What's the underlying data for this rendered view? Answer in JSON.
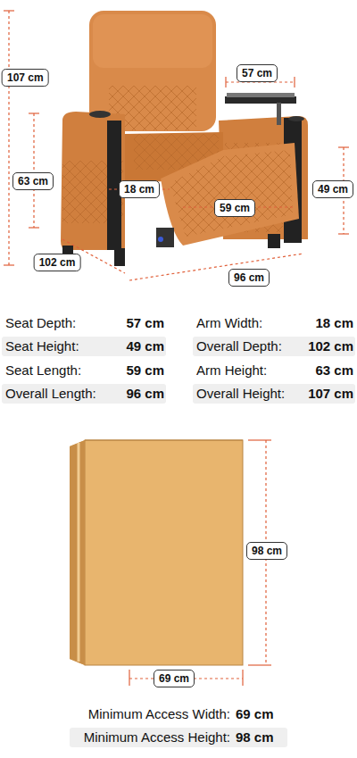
{
  "diagram": {
    "nodes": [
      {
        "text": [
          "107 cm"
        ]
      },
      {
        "text": [
          "57 cm"
        ]
      },
      {
        "text": [
          "63 cm"
        ]
      },
      {
        "text": [
          "18 cm"
        ]
      },
      {
        "text": [
          "59 cm"
        ]
      },
      {
        "text": [
          "49 cm"
        ]
      },
      {
        "text": [
          "102 cm"
        ]
      },
      {
        "text": [
          "96 cm"
        ]
      },
      {
        "text": [
          "98 cm"
        ]
      },
      {
        "text": [
          "69 cm"
        ]
      }
    ],
    "labels": [
      "Seat Depth:",
      "57 cm",
      "Arm Width:",
      "18 cm",
      "Seat Height:",
      "49 cm",
      "Overall Depth:",
      "102 cm",
      "Seat Length:",
      "59 cm",
      "Arm Height:",
      "63 cm",
      "Overall Length:",
      "96 cm",
      "Overall Height:",
      "107 cm",
      "Minimum Access Width:",
      "69 cm",
      "Minimum Access Height:",
      "98 cm"
    ]
  }
}
